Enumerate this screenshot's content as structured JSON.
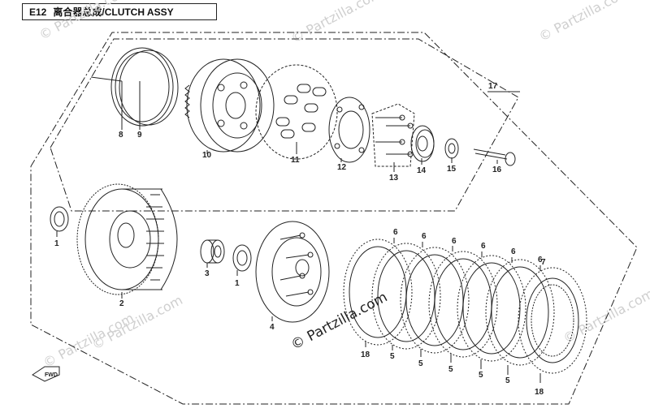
{
  "title": {
    "code": "E12",
    "text": "离合器总成/CLUTCH ASSY"
  },
  "watermark": {
    "text": "© Partzilla.com",
    "center_text": "© Partzilla.com"
  },
  "direction_label": "FWD",
  "callouts": {
    "c17": "17",
    "c8": "8",
    "c9": "9",
    "c10": "10",
    "c11": "11",
    "c12": "12",
    "c13": "13",
    "c14": "14",
    "c15": "15",
    "c16": "16",
    "c1a": "1",
    "c2": "2",
    "c3": "3",
    "c1b": "1",
    "c4": "4",
    "c6a": "6",
    "c6b": "6",
    "c6c": "6",
    "c6d": "6",
    "c6e": "6",
    "c6f": "6",
    "c7": "7",
    "c5a": "5",
    "c5b": "5",
    "c5c": "5",
    "c5d": "5",
    "c5e": "5",
    "c18a": "18",
    "c18b": "18"
  },
  "colors": {
    "line": "#222222",
    "watermark": "#cfcfcf",
    "background": "#ffffff"
  }
}
